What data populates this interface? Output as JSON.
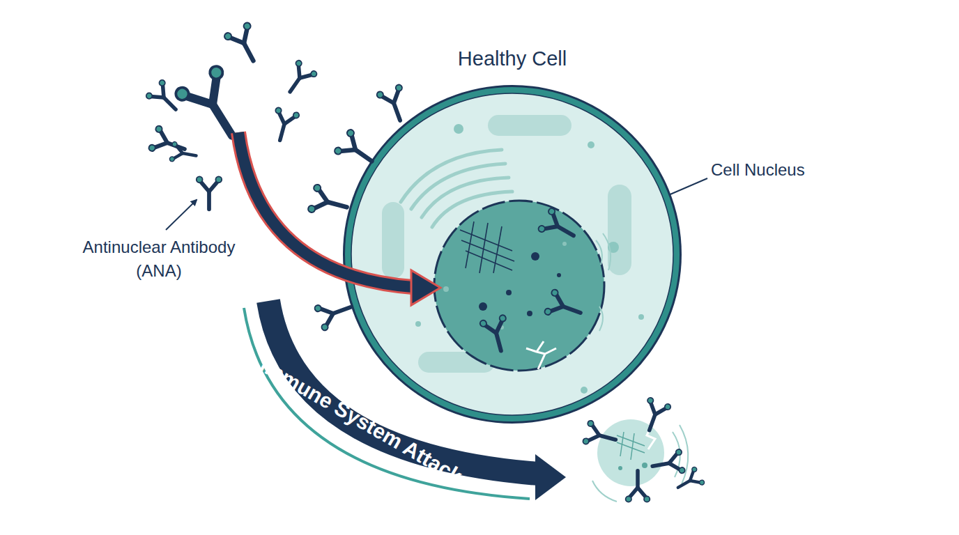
{
  "diagram": {
    "nodes": [
      {
        "text": [
          "Healthy Cell"
        ]
      },
      {
        "text": [
          "Immune System Attack"
        ]
      }
    ],
    "labels": [
      "Cell Nucleus",
      "Antinuclear Antibody (ANA)"
    ]
  }
}
